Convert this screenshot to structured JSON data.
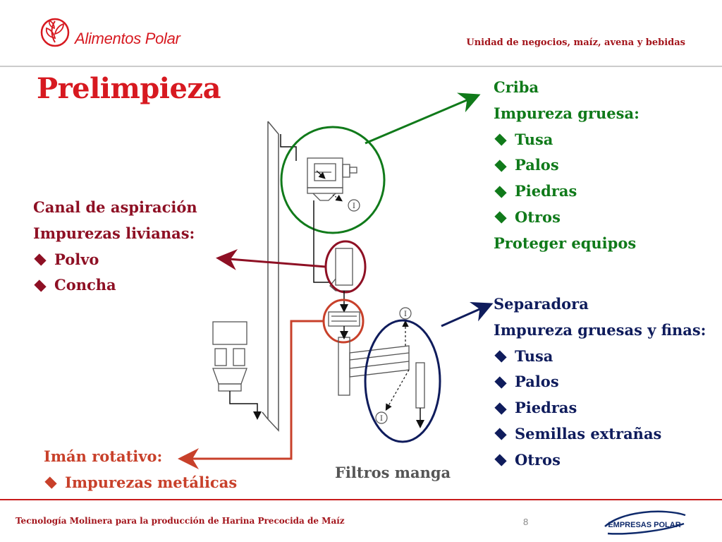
{
  "header": {
    "brand": "Alimentos Polar",
    "business_unit": "Unidad de negocios, maíz, avena y bebidas"
  },
  "title": "Prelimpieza",
  "criba": {
    "heading": "Criba",
    "subheading": "Impureza gruesa:",
    "items": [
      "Tusa",
      "Palos",
      "Piedras",
      "Otros"
    ],
    "footer": "Proteger equipos",
    "color": "#107a1a"
  },
  "aspiracion": {
    "heading": "Canal de aspiración",
    "subheading": "Impurezas livianas:",
    "items": [
      "Polvo",
      "Concha"
    ],
    "color": "#8e1024"
  },
  "separadora": {
    "heading": "Separadora",
    "subheading": "Impureza gruesas y finas:",
    "items": [
      "Tusa",
      "Palos",
      "Piedras",
      "Semillas extrañas",
      "Otros"
    ],
    "color": "#0f1c5c"
  },
  "iman": {
    "heading": "Imán rotativo:",
    "items": [
      "Impurezas metálicas"
    ],
    "color": "#c8402a"
  },
  "filtros_label": "Filtros manga",
  "diagram_markers": {
    "fan_label": "I"
  },
  "footer": {
    "course": "Tecnología Molinera para la producción de Harina Precocida de Maíz",
    "page": "8",
    "corporate_brand": "EMPRESAS POLAR"
  }
}
